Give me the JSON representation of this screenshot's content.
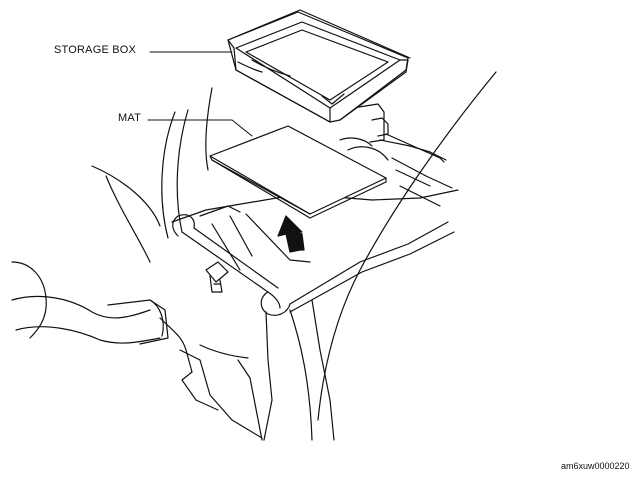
{
  "diagram": {
    "callouts": {
      "storage_box": "STORAGE BOX",
      "mat": "MAT"
    },
    "figure_code": "am6xuw0000220",
    "arrow_direction": "up",
    "colors": {
      "ink": "#111111",
      "paper": "#ffffff"
    }
  }
}
